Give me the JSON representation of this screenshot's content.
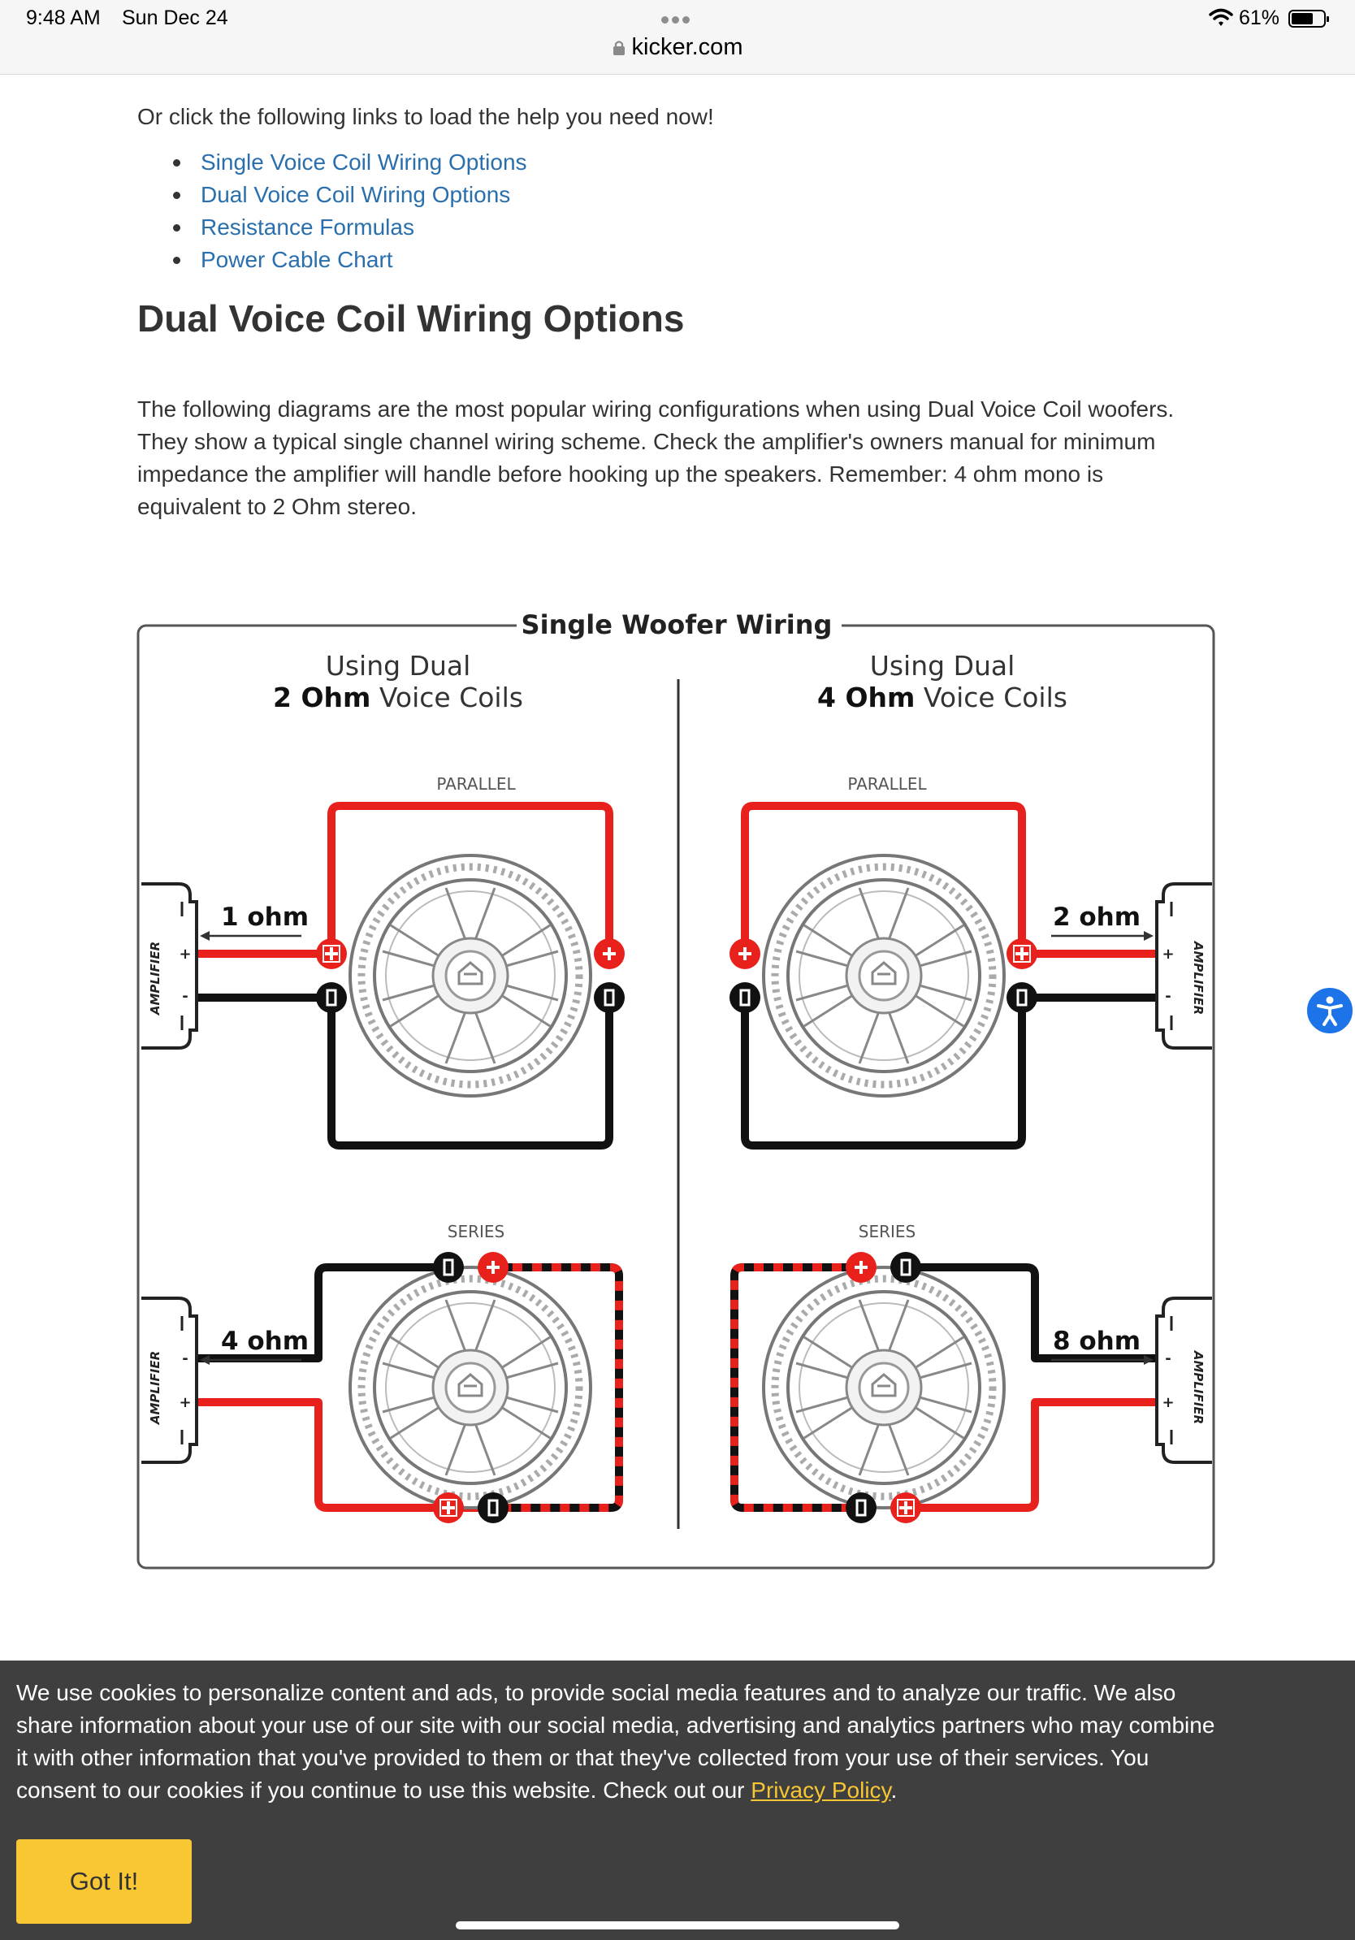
{
  "status_bar": {
    "time": "9:48 AM",
    "date": "Sun Dec 24",
    "battery": "61%",
    "battery_level": 0.61,
    "url": "kicker.com"
  },
  "content": {
    "intro": "Or click the following links to load the help you need now!",
    "links": [
      "Single Voice Coil Wiring Options",
      "Dual Voice Coil Wiring Options",
      "Resistance Formulas",
      "Power Cable Chart"
    ],
    "heading": "Dual Voice Coil Wiring Options",
    "description": "The following diagrams are the most popular wiring configurations when using Dual Voice Coil woofers. They show a typical single channel wiring scheme. Check the amplifier's owners manual for minimum impedance the amplifier will handle before hooking up the speakers. Remember: 4 ohm mono is equivalent to 2 Ohm stereo."
  },
  "diagram": {
    "title": "Single Woofer Wiring",
    "left_heading_line1": "Using Dual",
    "left_heading_bold": "2 Ohm",
    "left_heading_rest": " Voice Coils",
    "right_heading_line1": "Using Dual",
    "right_heading_bold": "4 Ohm",
    "right_heading_rest": " Voice Coils",
    "parallel_label": "PARALLEL",
    "series_label": "SERIES",
    "amplifier_label": "AMPLIFIER",
    "plus": "+",
    "minus": "-",
    "ohm_top_left": "1 ohm",
    "ohm_top_right": "2 ohm",
    "ohm_bottom_left": "4 ohm",
    "ohm_bottom_right": "8 ohm",
    "colors": {
      "positive": "#e8211d",
      "negative": "#111111"
    }
  },
  "cookie": {
    "text": "We use cookies to personalize content and ads, to provide social media features and to analyze our traffic. We also share information about your use of our site with our social media, advertising and analytics partners who may combine it with other information that you've provided to them or that they've collected from your use of their services. You consent to our cookies if you continue to use this website. Check out our ",
    "link": "Privacy Policy",
    "after_link": ".",
    "button": "Got It!",
    "link_color": "#f6c633"
  }
}
